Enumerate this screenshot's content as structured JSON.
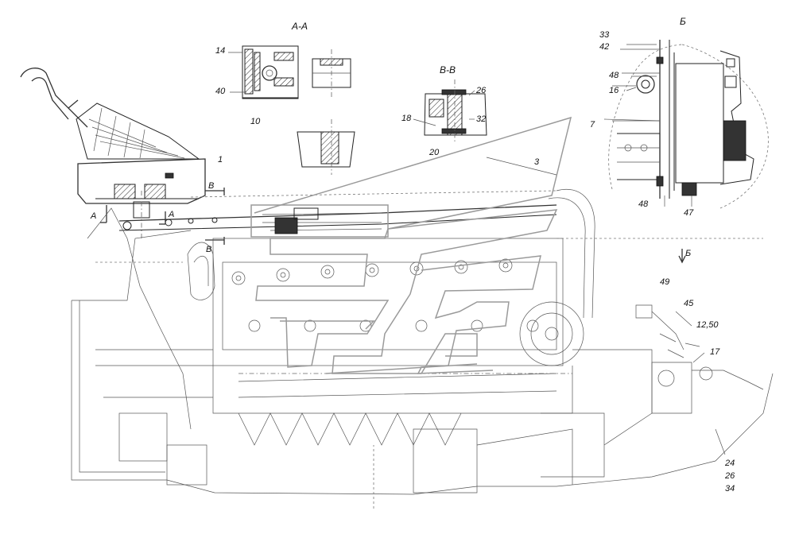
{
  "sections": {
    "aa": "А-А",
    "bb": "В-В",
    "view_b": "Б"
  },
  "markers": {
    "a_left": "А",
    "a_right": "А",
    "b_upper": "В",
    "b_lower": "В",
    "view_arrow": "Б"
  },
  "callouts": {
    "c14": "14",
    "c40": "40",
    "c10": "10",
    "c26_bb": "26",
    "c18": "18",
    "c32": "32",
    "c20": "20",
    "c1": "1",
    "c3": "3",
    "c33": "33",
    "c42": "42",
    "c48_top": "48",
    "c16": "16",
    "c7": "7",
    "c48_bottom": "48",
    "c47": "47",
    "c49": "49",
    "c45": "45",
    "c1250": "12,50",
    "c17": "17",
    "c24": "24",
    "c26": "26",
    "c34": "34"
  }
}
